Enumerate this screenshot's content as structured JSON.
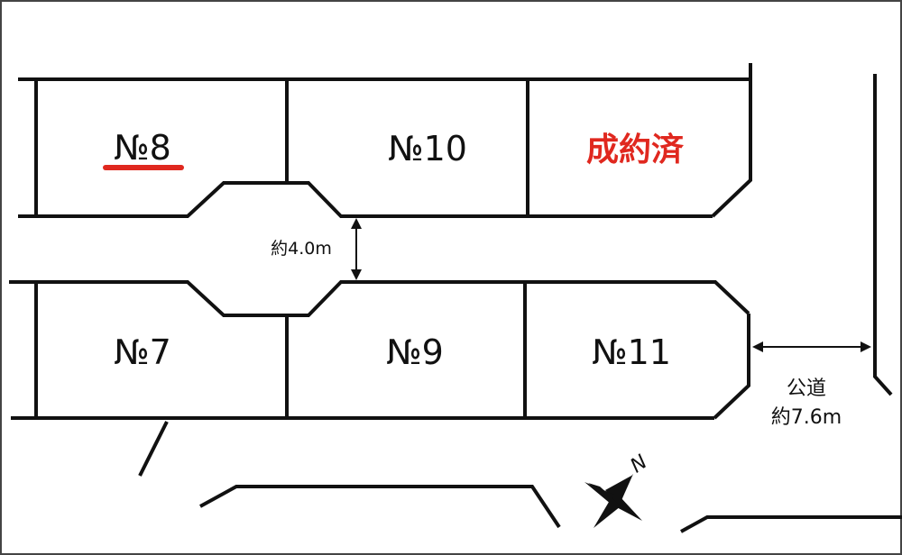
{
  "lots": {
    "no8": "№8",
    "no10": "№10",
    "sold": "成約済",
    "no7": "№7",
    "no9": "№9",
    "no11": "№11"
  },
  "dimensions": {
    "private_road_width": "約4.0m",
    "public_road_name": "公道",
    "public_road_width": "約7.6m"
  },
  "compass": {
    "north": "N"
  },
  "colors": {
    "sold": "#e0281f",
    "highlight_underline": "#e0281f",
    "line": "#111111"
  }
}
